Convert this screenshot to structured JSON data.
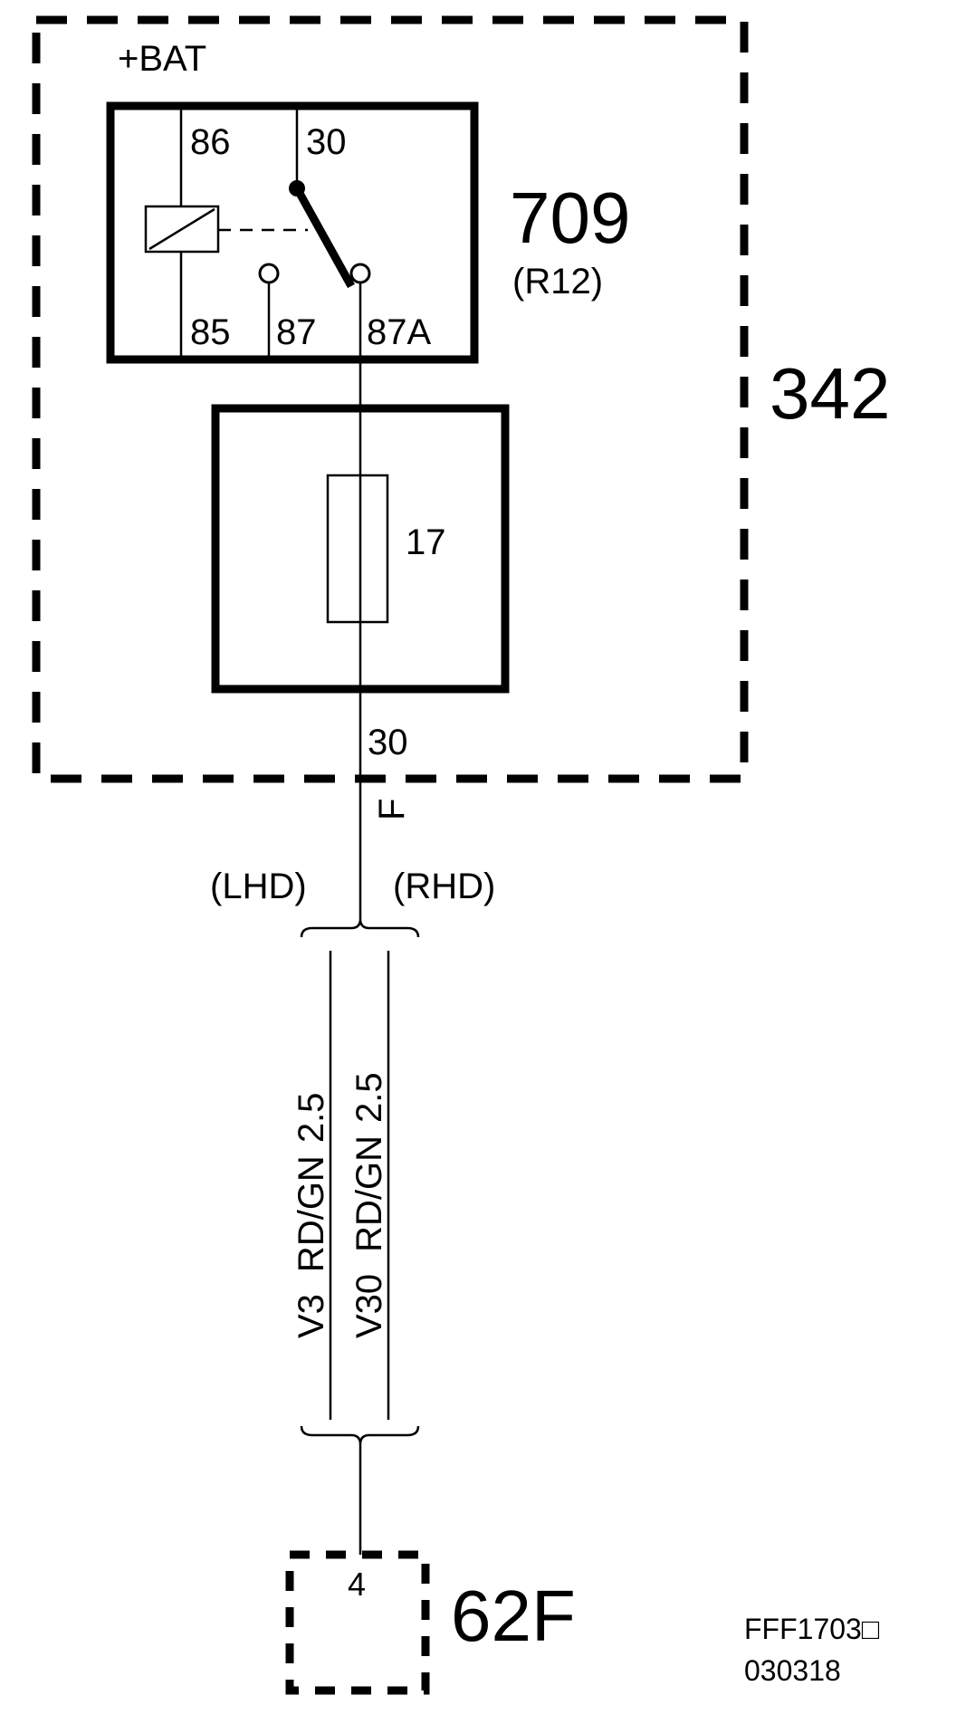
{
  "module": {
    "id": "342",
    "supply_label": "+BAT"
  },
  "relay": {
    "id": "709",
    "alt_id": "(R12)",
    "pins": [
      "86",
      "30",
      "85",
      "87",
      "87A"
    ]
  },
  "fuse": {
    "id": "17"
  },
  "output": {
    "pin": "30",
    "letter": "F"
  },
  "variants": {
    "left": "(LHD)",
    "right": "(RHD)"
  },
  "wires": [
    {
      "code": "V3",
      "color": "RD/GN",
      "size": "2.5"
    },
    {
      "code": "V30",
      "color": "RD/GN",
      "size": "2.5"
    }
  ],
  "connector": {
    "id": "62F",
    "pin": "4"
  },
  "drawing_ref": {
    "line1": "FFF1703□",
    "line2": "030318"
  }
}
